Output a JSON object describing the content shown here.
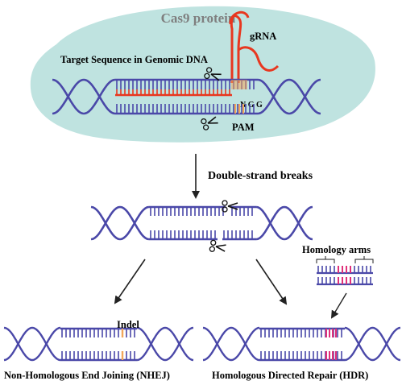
{
  "cas9": {
    "title": "Cas9 protein",
    "fill": "#bfe3e0"
  },
  "labels": {
    "grna": "gRNA",
    "target": "Target Sequence in Genomic DNA",
    "ngg": "N G G",
    "pam": "PAM",
    "dsb": "Double-strand breaks",
    "homology_arms": "Homology arms",
    "indel": "Indel",
    "nhej": "Non-Homologous End Joining (NHEJ)",
    "hdr": "Homologous Directed Repair (HDR)"
  },
  "colors": {
    "dna": "#4a48a8",
    "grna": "#e8371f",
    "pam": "#f2a65a",
    "insert": "#e0317a",
    "indel": "#f2a65a",
    "arrow": "#222222"
  },
  "icons": [
    "scissors-icon",
    "arrow-down-icon"
  ]
}
